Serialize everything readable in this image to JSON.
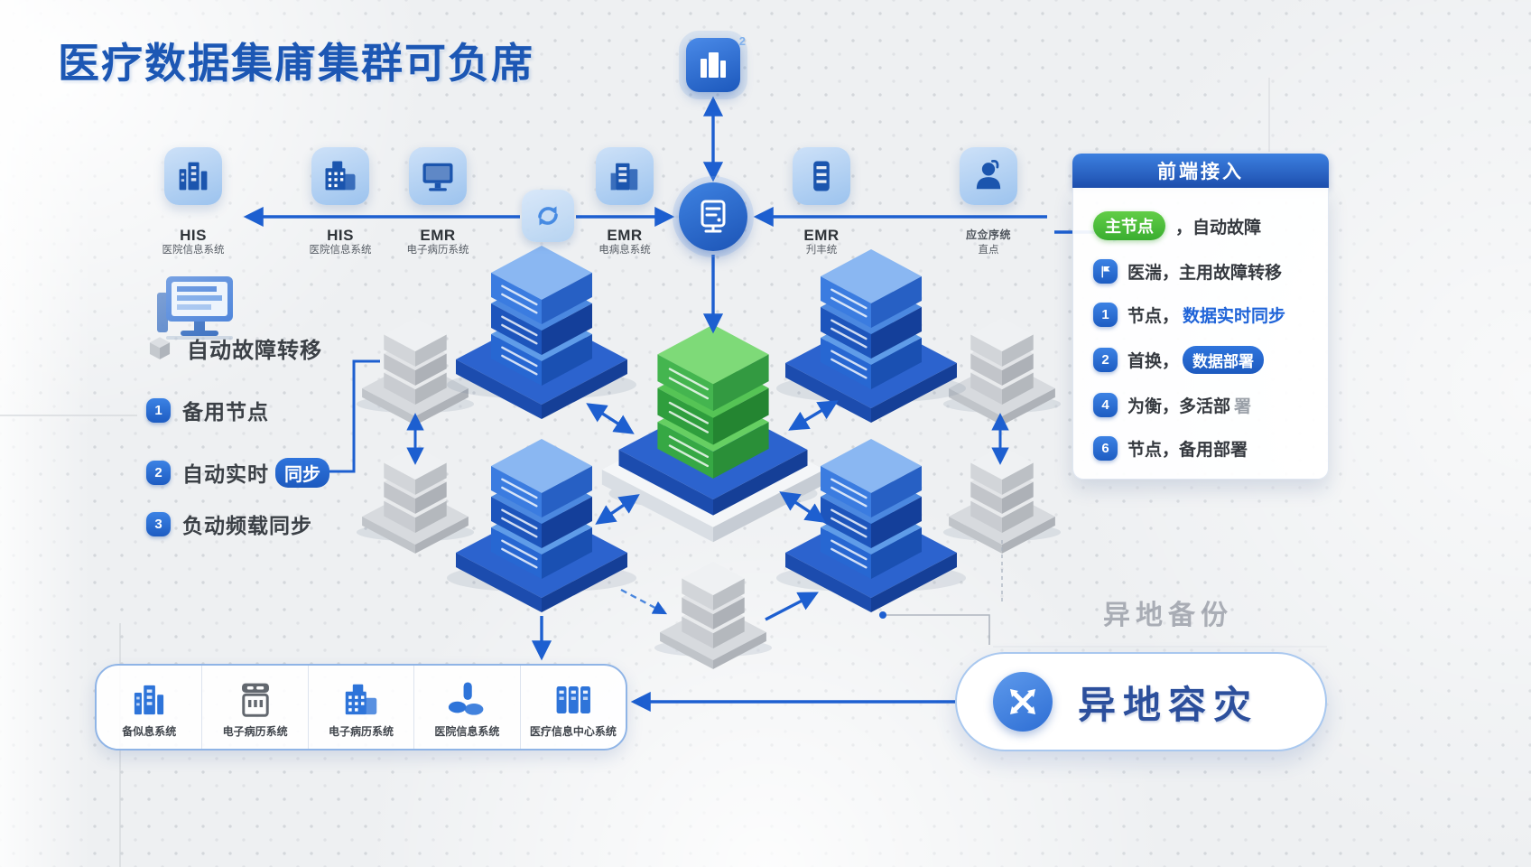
{
  "title": "医疗数据集庯集群可负席",
  "top_center": {
    "badge": "2"
  },
  "top_row": [
    {
      "icon": "building-icon",
      "abbr": "HIS",
      "sub": "医院信息系统"
    },
    {
      "icon": "hospital-icon",
      "abbr": "HIS",
      "sub": "医院信息系统"
    },
    {
      "icon": "monitor-icon",
      "abbr": "EMR",
      "sub": "电子病历系统"
    },
    {
      "icon": "clinic-icon",
      "abbr": "EMR",
      "sub": "电病息系统"
    },
    {
      "icon": "server-icon",
      "abbr": "EMR",
      "sub": "刋丰统"
    },
    {
      "icon": "person-icon",
      "abbr": "应佥序统",
      "sub": "直点",
      "small": true
    }
  ],
  "right_panel": {
    "header": "前端接入",
    "items": [
      {
        "lead": "主节点",
        "lead_style": "green-pill",
        "text": "，自动故障"
      },
      {
        "lead": "flag-icon",
        "lead_style": "icon",
        "text": "医湍，主用故障转移"
      },
      {
        "lead": "1",
        "lead_style": "badge",
        "text": "节点，",
        "highlight": "数据实时同步"
      },
      {
        "lead": "2",
        "lead_style": "badge",
        "text": "首换，",
        "pill": "数据部署"
      },
      {
        "lead": "4",
        "lead_style": "badge",
        "text": "为衡，多活部",
        "fade": "署"
      },
      {
        "lead": "6",
        "lead_style": "badge",
        "text": "节点，备用部署"
      }
    ]
  },
  "left_legend": {
    "failover": "自动故障转移",
    "items": [
      {
        "badge": "1",
        "text": "备用节点"
      },
      {
        "badge": "2",
        "text": "自动实时",
        "pill": "同步",
        "style": "blue"
      },
      {
        "badge": "3",
        "text": "负动频载同步"
      }
    ]
  },
  "bottom_row": [
    {
      "icon": "building-icon",
      "label": "备似息系统"
    },
    {
      "icon": "tablet-icon",
      "label": "电子病历系统"
    },
    {
      "icon": "hospital-icon",
      "label": "电子病历系统"
    },
    {
      "icon": "database-icon",
      "label": "医院信息系统"
    },
    {
      "icon": "servers-icon",
      "label": "医疗信息中心系统"
    }
  ],
  "disaster": {
    "watermark": "异地备份",
    "label": "异地容灾"
  },
  "colors": {
    "accent_blue": "#1d5fd0",
    "title_blue": "#1c57b4",
    "node_green": "#45b649",
    "panel_header_blue": "#2a62c4",
    "gray_node": "#c9ccd1"
  }
}
